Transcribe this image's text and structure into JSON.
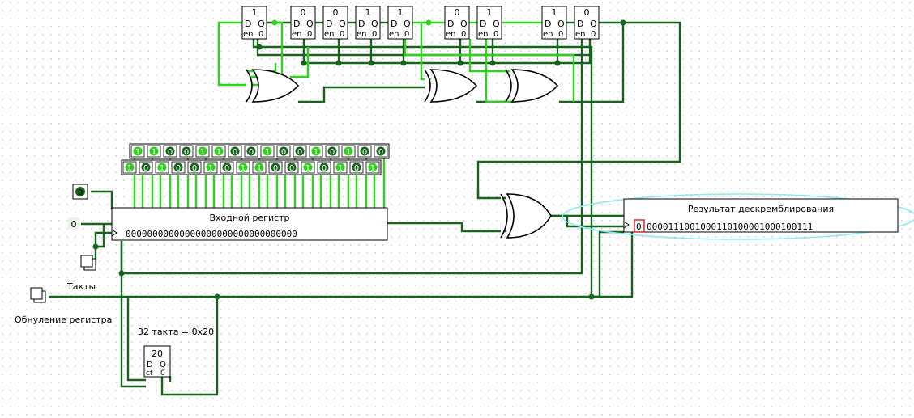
{
  "labels": {
    "input_register": "Входной регистр",
    "input_register_bits": "00000000000000000000000000000000",
    "result_title": "Результат дескремблирования",
    "result_first_bit": "0",
    "result_bits": "0000111001000110100001000100111",
    "clock_label": "Такты",
    "reset_label": "Обнуление регистра",
    "counter_note": "32 такта = 0x20",
    "counter_value": "20",
    "counter_ct": "ct",
    "counter_zero": "0",
    "const_zero": "0",
    "pin_top_value": "0"
  },
  "flipflops": [
    {
      "value": "1",
      "d": "D",
      "q": "Q",
      "en": "en",
      "zero": "0"
    },
    {
      "value": "0",
      "d": "D",
      "q": "Q",
      "en": "en",
      "zero": "0"
    },
    {
      "value": "0",
      "d": "D",
      "q": "Q",
      "en": "en",
      "zero": "0"
    },
    {
      "value": "1",
      "d": "D",
      "q": "Q",
      "en": "en",
      "zero": "0"
    },
    {
      "value": "1",
      "d": "D",
      "q": "Q",
      "en": "en",
      "zero": "0"
    },
    {
      "value": "0",
      "d": "D",
      "q": "Q",
      "en": "en",
      "zero": "0"
    },
    {
      "value": "1",
      "d": "D",
      "q": "Q",
      "en": "en",
      "zero": "0"
    },
    {
      "value": "1",
      "d": "D",
      "q": "Q",
      "en": "en",
      "zero": "0"
    },
    {
      "value": "0",
      "d": "D",
      "q": "Q",
      "en": "en",
      "zero": "0"
    }
  ],
  "input_pins_row1": [
    "1",
    "1",
    "0",
    "0",
    "1",
    "1",
    "0",
    "0",
    "1",
    "0",
    "0",
    "1",
    "0",
    "1",
    "0",
    "0"
  ],
  "input_pins_row2": [
    "1",
    "0",
    "1",
    "0",
    "0",
    "1",
    "0",
    "1",
    "1",
    "0",
    "0",
    "1",
    "0",
    "1",
    "0",
    "1"
  ],
  "colors": {
    "wire_dark": "#17651d",
    "wire_light": "#2fd31e",
    "bit_on": "#2fd31e",
    "highlight": "#8ee8f0",
    "marker": "#d62020"
  }
}
